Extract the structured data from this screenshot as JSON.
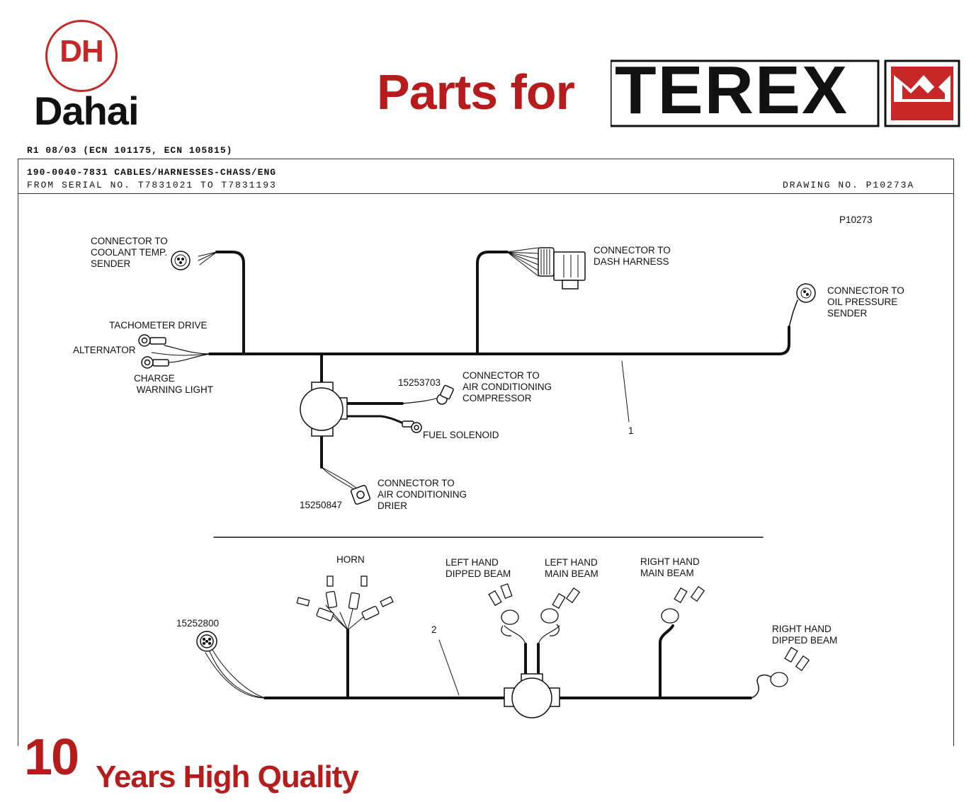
{
  "logo": {
    "initials": "DH",
    "name": "Dahai"
  },
  "banner": {
    "parts_for": "Parts for",
    "brand": "TEREX"
  },
  "revision": "R1 08/03 (ECN 101175, ECN 105815)",
  "header": {
    "part_line": "190-0040-7831 CABLES/HARNESSES-CHASS/ENG",
    "serial_line": "FROM SERIAL NO. T7831021 TO T7831193",
    "drawing_no": "DRAWING NO. P10273A"
  },
  "drawing": {
    "ref": "P10273",
    "labels": {
      "coolant": "CONNECTOR TO\nCOOLANT TEMP.\nSENDER",
      "dash": "CONNECTOR TO\nDASH HARNESS",
      "oil": "CONNECTOR TO\nOIL PRESSURE\nSENDER",
      "tacho": "TACHOMETER DRIVE",
      "alternator": "ALTERNATOR",
      "charge": "CHARGE\n WARNING LIGHT",
      "ac_comp_pn": "15253703",
      "ac_comp": "CONNECTOR TO\nAIR CONDITIONING\nCOMPRESSOR",
      "fuel": "FUEL SOLENOID",
      "item1": "1",
      "ac_drier": "CONNECTOR TO\nAIR CONDITIONING\nDRIER",
      "ac_drier_pn": "15250847",
      "horn": "HORN",
      "lh_dipped": "LEFT HAND\nDIPPED BEAM",
      "lh_main": "LEFT HAND\nMAIN BEAM",
      "rh_main": "RIGHT HAND\nMAIN BEAM",
      "rh_dipped": "RIGHT HAND\nDIPPED BEAM",
      "item2": "2",
      "conn_pn": "15252800"
    }
  },
  "footer": {
    "number": "10",
    "text": "Years High Quality"
  },
  "colors": {
    "brand_red": "#b71c1c",
    "terex_red": "#c62828"
  }
}
